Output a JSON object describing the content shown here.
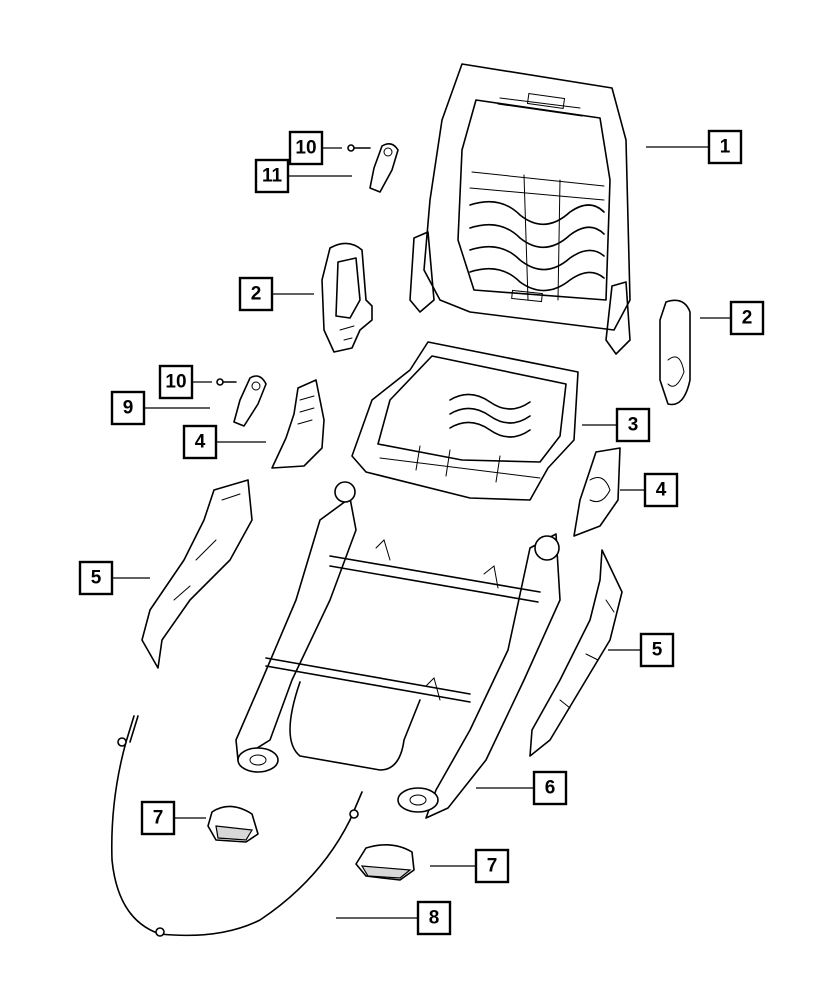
{
  "callouts": [
    {
      "id": "c1",
      "label": "1"
    },
    {
      "id": "c2a",
      "label": "2"
    },
    {
      "id": "c2b",
      "label": "2"
    },
    {
      "id": "c3",
      "label": "3"
    },
    {
      "id": "c4a",
      "label": "4"
    },
    {
      "id": "c4b",
      "label": "4"
    },
    {
      "id": "c5a",
      "label": "5"
    },
    {
      "id": "c5b",
      "label": "5"
    },
    {
      "id": "c6",
      "label": "6"
    },
    {
      "id": "c7a",
      "label": "7"
    },
    {
      "id": "c7b",
      "label": "7"
    },
    {
      "id": "c8",
      "label": "8"
    },
    {
      "id": "c9",
      "label": "9"
    },
    {
      "id": "c10a",
      "label": "10"
    },
    {
      "id": "c10b",
      "label": "10"
    },
    {
      "id": "c11",
      "label": "11"
    }
  ]
}
